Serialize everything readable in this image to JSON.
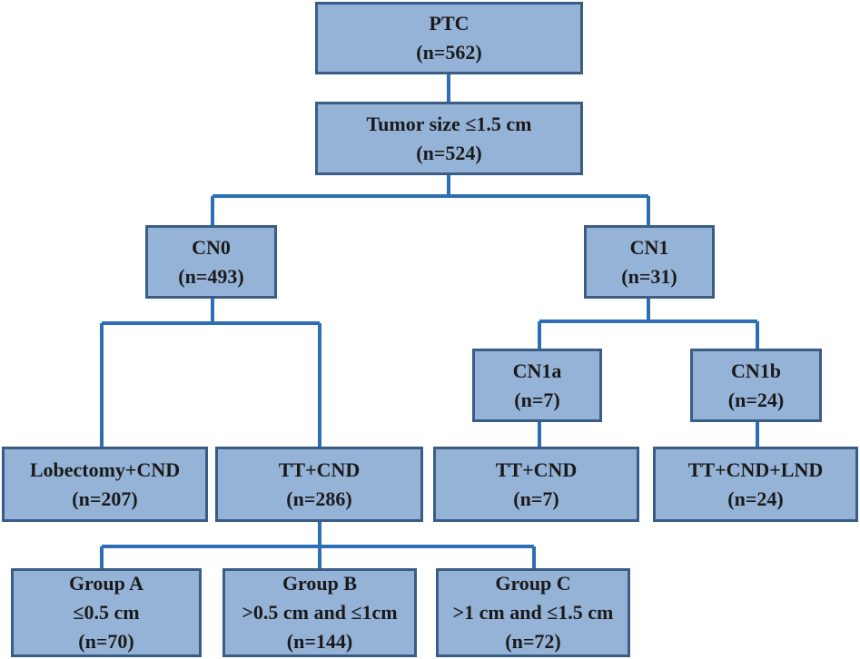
{
  "nodes": {
    "ptc": {
      "lines": [
        "PTC",
        "(n=562)"
      ]
    },
    "tumor": {
      "lines": [
        "Tumor size ≤1.5 cm",
        "(n=524)"
      ]
    },
    "cn0": {
      "lines": [
        "CN0",
        "(n=493)"
      ]
    },
    "cn1": {
      "lines": [
        "CN1",
        "(n=31)"
      ]
    },
    "cn1a": {
      "lines": [
        "CN1a",
        "(n=7)"
      ]
    },
    "cn1b": {
      "lines": [
        "CN1b",
        "(n=24)"
      ]
    },
    "lobectomy": {
      "lines": [
        "Lobectomy+CND",
        "(n=207)"
      ]
    },
    "tt_cnd": {
      "lines": [
        "TT+CND",
        "(n=286)"
      ]
    },
    "tt_cnd_cn1a": {
      "lines": [
        "TT+CND",
        "(n=7)"
      ]
    },
    "tt_cnd_lnd": {
      "lines": [
        "TT+CND+LND",
        "(n=24)"
      ]
    },
    "group_a": {
      "lines": [
        "Group A",
        "≤0.5 cm",
        "(n=70)"
      ]
    },
    "group_b": {
      "lines": [
        "Group B",
        ">0.5 cm and ≤1cm",
        "(n=144)"
      ]
    },
    "group_c": {
      "lines": [
        "Group C",
        ">1 cm and ≤1.5 cm",
        "(n=72)"
      ]
    }
  },
  "colors": {
    "box_fill": "#95b3d7",
    "box_border": "#3a5d86",
    "connector": "#2e6eb5",
    "text": "#1a1a1a"
  }
}
